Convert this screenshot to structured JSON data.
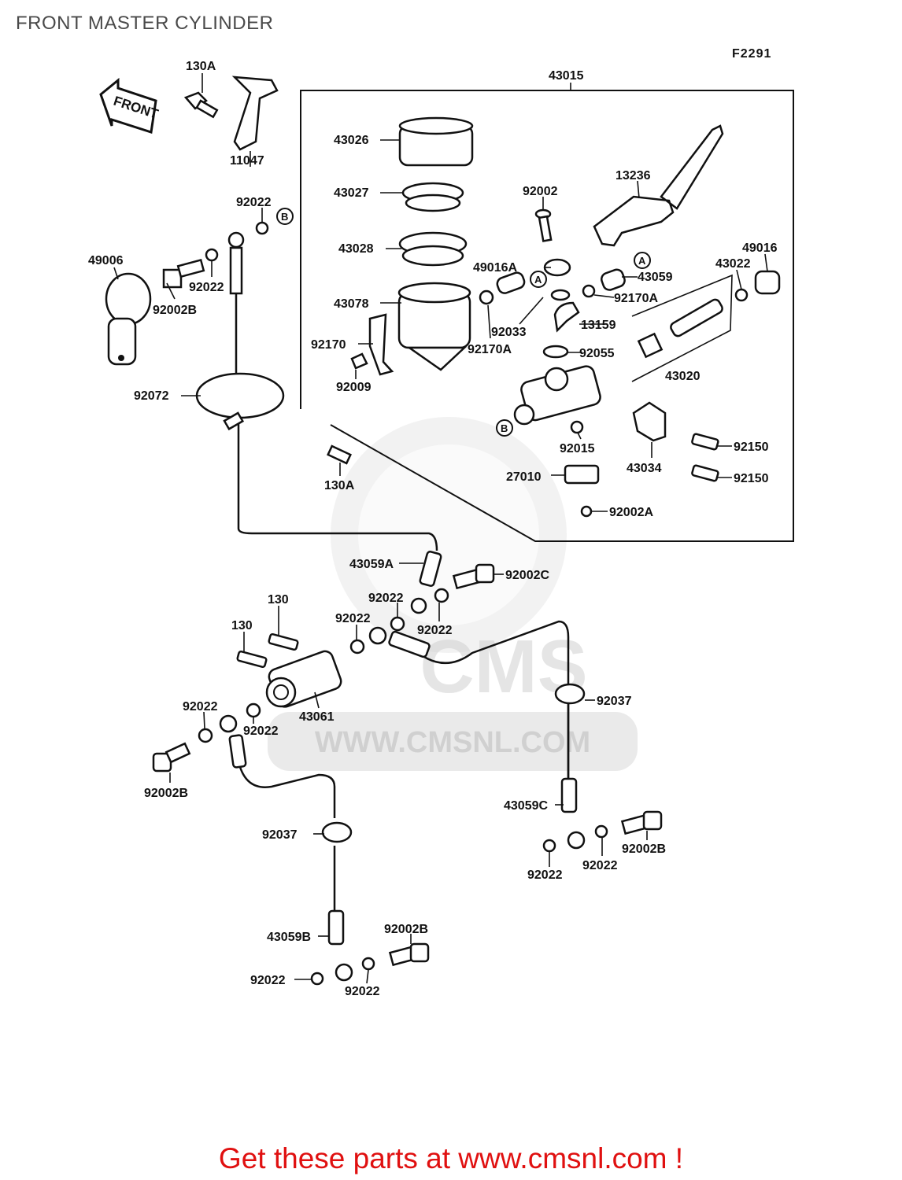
{
  "page": {
    "title": "FRONT MASTER CYLINDER",
    "figure_code": "F2291",
    "footer": "Get these parts at www.cmsnl.com !",
    "watermark_url": "WWW.CMSNL.COM",
    "watermark_logo": "CMS"
  },
  "front_arrow": "FRONT",
  "markers": {
    "a": "A",
    "b": "B"
  },
  "labels": {
    "p43015": "43015",
    "p130A_top": "130A",
    "p11047": "11047",
    "p92022_top": "92022",
    "p49006": "49006",
    "p92022_b": "92022",
    "p92002B_top": "92002B",
    "p92072": "92072",
    "p43026": "43026",
    "p43027": "43027",
    "p43028": "43028",
    "p43078": "43078",
    "p92170": "92170",
    "p92009": "92009",
    "p92002": "92002",
    "p13236": "13236",
    "p49016A": "49016A",
    "p92033": "92033",
    "p92170A_a": "92170A",
    "p13159": "13159",
    "p92055": "92055",
    "p43059": "43059",
    "p92170A_b": "92170A",
    "p43022": "43022",
    "p49016": "49016",
    "p43020": "43020",
    "p92015": "92015",
    "p43034": "43034",
    "p92150_a": "92150",
    "p92150_b": "92150",
    "p27010": "27010",
    "p92002A": "92002A",
    "p130A_mid": "130A",
    "p43059A": "43059A",
    "p92002C": "92002C",
    "p92022_c": "92022",
    "p92022_d": "92022",
    "p92022_e": "92022",
    "p130_a": "130",
    "p130_b": "130",
    "p43061": "43061",
    "p92037_a": "92037",
    "p92022_f": "92022",
    "p92022_g": "92022",
    "p92002B_mid": "92002B",
    "p43059C": "43059C",
    "p92037_b": "92037",
    "p92002B_r": "92002B",
    "p92022_h": "92022",
    "p92022_i": "92022",
    "p43059B": "43059B",
    "p92002B_bot": "92002B",
    "p92022_j": "92022",
    "p92022_k": "92022"
  }
}
